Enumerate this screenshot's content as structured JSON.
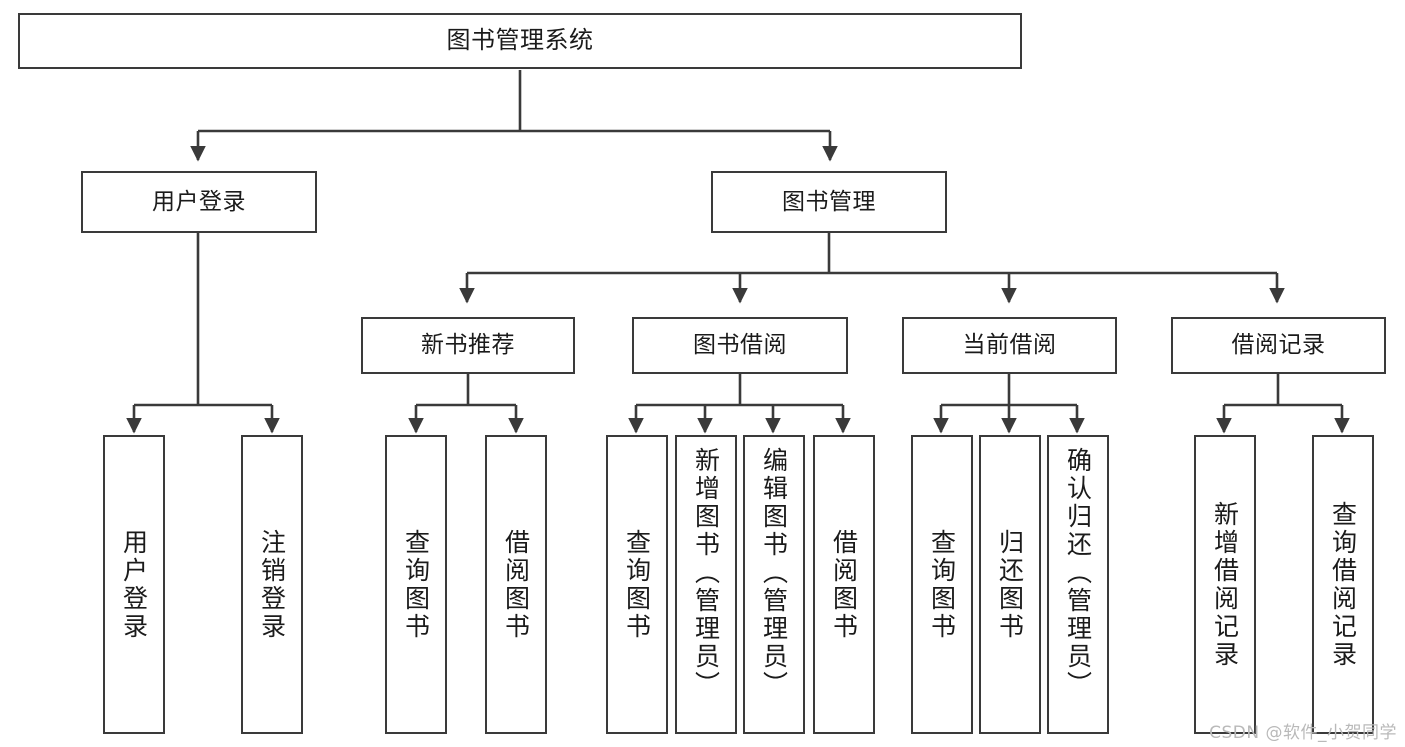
{
  "diagram": {
    "title": "图书管理系统",
    "type": "tree-hierarchy-chart",
    "stroke_color": "#3a3a3a",
    "fill_color": "#ffffff",
    "text_color": "#1b1b1b"
  },
  "nodes": {
    "root": {
      "label": "图书管理系统",
      "level": 0
    },
    "level1": [
      {
        "id": "user-login",
        "label": "用户登录"
      },
      {
        "id": "book-management",
        "label": "图书管理"
      }
    ],
    "level2": [
      {
        "id": "new-book-recommend",
        "label": "新书推荐"
      },
      {
        "id": "book-borrow",
        "label": "图书借阅"
      },
      {
        "id": "current-borrow",
        "label": "当前借阅"
      },
      {
        "id": "borrow-record",
        "label": "借阅记录"
      }
    ],
    "leaves": {
      "user_login": [
        {
          "id": "leaf-user-login",
          "label": "用户登录"
        },
        {
          "id": "leaf-logout-login",
          "label": "注销登录"
        }
      ],
      "new_book_recommend": [
        {
          "id": "leaf-query-book-1",
          "label": "查询图书"
        },
        {
          "id": "leaf-borrow-book-1",
          "label": "借阅图书"
        }
      ],
      "book_borrow": [
        {
          "id": "leaf-query-book-2",
          "label": "查询图书"
        },
        {
          "id": "leaf-add-book-admin",
          "label": "新增图书（管理员）"
        },
        {
          "id": "leaf-edit-book-admin",
          "label": "编辑图书（管理员）"
        },
        {
          "id": "leaf-borrow-book-2",
          "label": "借阅图书"
        }
      ],
      "current_borrow": [
        {
          "id": "leaf-query-book-3",
          "label": "查询图书"
        },
        {
          "id": "leaf-return-book",
          "label": "归还图书"
        },
        {
          "id": "leaf-confirm-return-admin",
          "label": "确认归还（管理员）"
        }
      ],
      "borrow_record": [
        {
          "id": "leaf-add-borrow-record",
          "label": "新增借阅记录"
        },
        {
          "id": "leaf-query-borrow-record",
          "label": "查询借阅记录"
        }
      ]
    }
  },
  "watermark": {
    "text": "CSDN @软件_小贺同学"
  }
}
